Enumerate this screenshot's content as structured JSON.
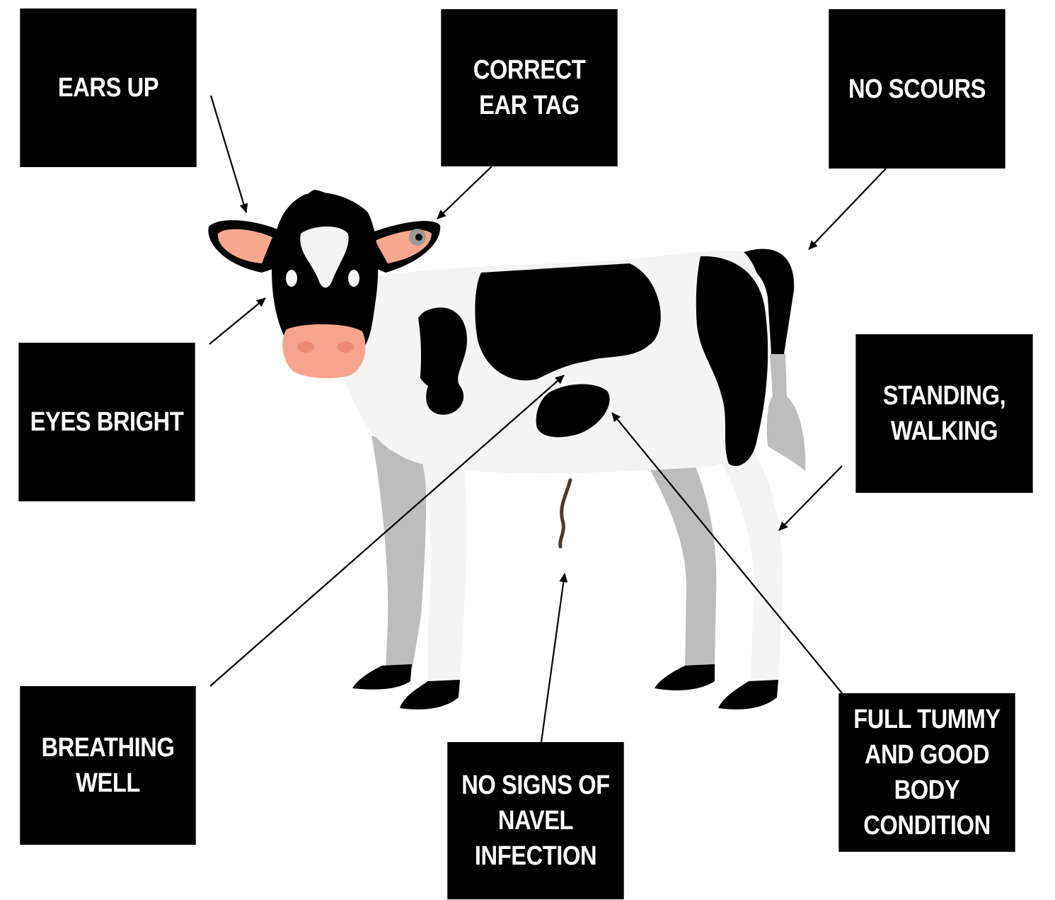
{
  "labels": {
    "ears_up": "EARS UP",
    "ear_tag": "CORRECT\nEAR TAG",
    "no_scours": "NO SCOURS",
    "eyes_bright": "EYES BRIGHT",
    "standing_walking": "STANDING,\nWALKING",
    "breathing_well": "BREATHING\nWELL",
    "navel": "NO SIGNS OF\nNAVEL INFECTION",
    "full_tummy": "FULL TUMMY\nAND GOOD\nBODY CONDITION"
  },
  "colors": {
    "box": "#000000",
    "box_text": "#ffffff",
    "calf_black": "#000000",
    "calf_white": "#f4f4f4",
    "calf_shade": "#bdbdbd",
    "ear_pink": "#f7a88c",
    "nose_pink": "#f6a48e",
    "umbilical": "#4a3a30"
  }
}
